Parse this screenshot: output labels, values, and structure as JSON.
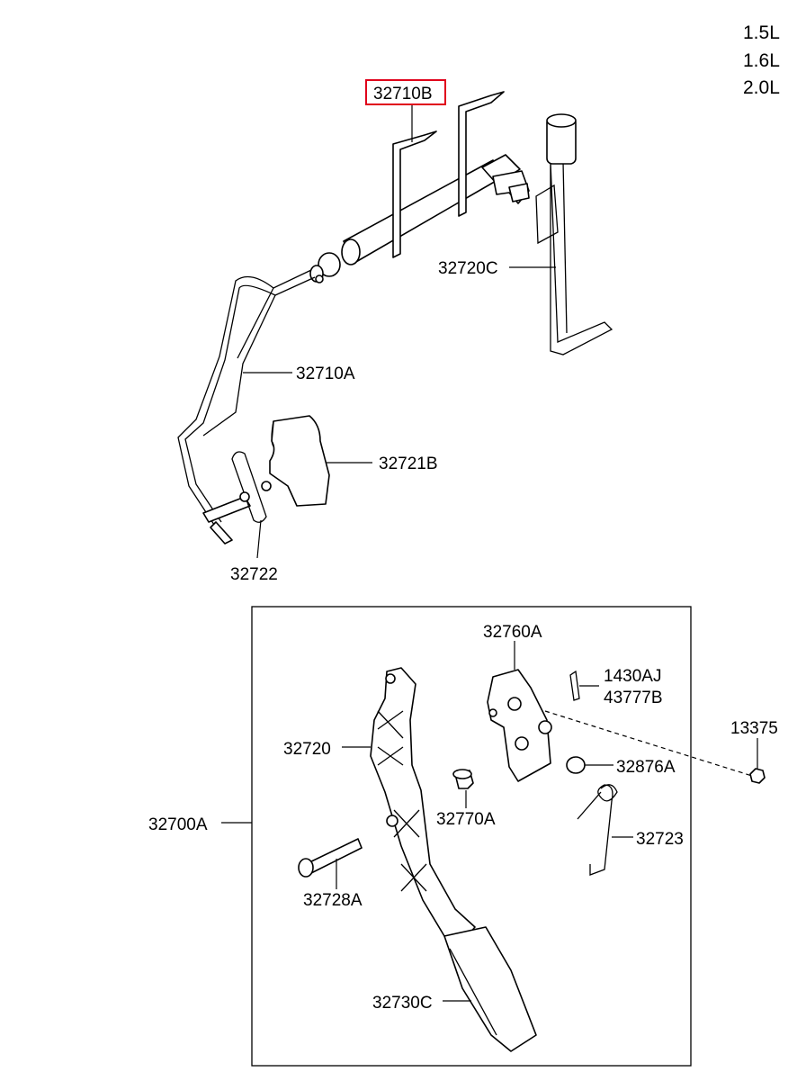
{
  "engines": [
    "1.5L",
    "1.6L",
    "2.0L"
  ],
  "highlighted_part": "32710B",
  "highlight_color": "#e0001b",
  "parts": {
    "p32710B": "32710B",
    "p32720C": "32720C",
    "p32710A": "32710A",
    "p32721B": "32721B",
    "p32722": "32722",
    "p32760A": "32760A",
    "p1430AJ": "1430AJ",
    "p43777B": "43777B",
    "p13375": "13375",
    "p32720": "32720",
    "p32876A": "32876A",
    "p32700A": "32700A",
    "p32770A": "32770A",
    "p32723": "32723",
    "p32728A": "32728A",
    "p32730C": "32730C"
  }
}
